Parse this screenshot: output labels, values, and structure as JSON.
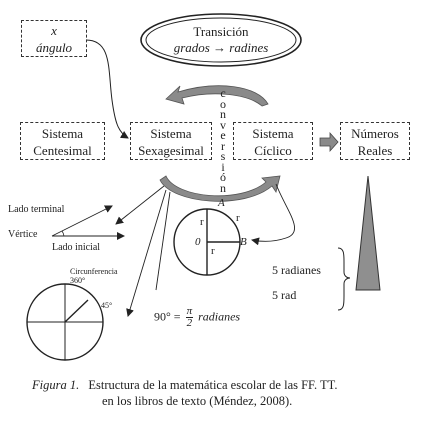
{
  "boxes": {
    "x_angle": {
      "line1": "x",
      "line2": "ángulo"
    },
    "transition": {
      "line1": "Transición",
      "line2": "grados → radines"
    },
    "centesimal": {
      "line1": "Sistema",
      "line2": "Centesimal"
    },
    "sexagesimal": {
      "line1": "Sistema",
      "line2": "Sexagesimal"
    },
    "cyclic": {
      "line1": "Sistema",
      "line2": "Cíclico"
    },
    "reals": {
      "line1": "Números",
      "line2": "Reales"
    }
  },
  "conversion_letters": [
    "c",
    "o",
    "n",
    "v",
    "e",
    "r",
    "s",
    "i",
    "ó",
    "n"
  ],
  "angle_labels": {
    "terminal": "Lado terminal",
    "vertex": "Vértice",
    "initial": "Lado inicial"
  },
  "unit_circle": {
    "a": "A",
    "b": "B",
    "zero": "0",
    "r": "r"
  },
  "degree_circle": {
    "title": "Circunferencia",
    "deg360": "360°",
    "deg45": "45°"
  },
  "equation": {
    "lhs": "90° =",
    "num": "π",
    "den": "2",
    "rhs": "radianes"
  },
  "radians": {
    "line1": "5 radianes",
    "line2": "5 rad"
  },
  "caption": {
    "figure": "Figura 1.",
    "text1": "Estructura de la matemática escolar de las FF. TT.",
    "text2": "en los libros de texto (Méndez, 2008)."
  }
}
